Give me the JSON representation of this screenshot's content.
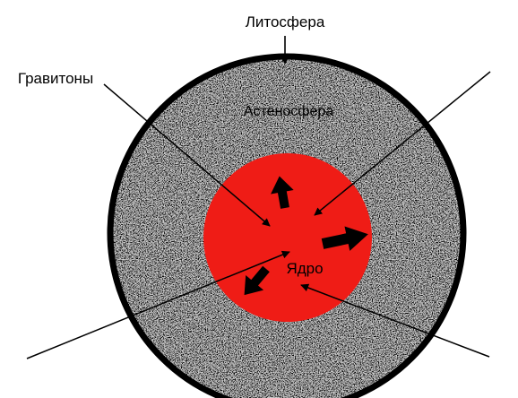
{
  "labels": {
    "lithosphere": "Литосфера",
    "gravitons": "Гравитоны",
    "asthenosphere": "Астеносфера",
    "core": "Ядро"
  },
  "colors": {
    "core_fill": "#ef1c16",
    "shell_outline": "#000000",
    "mantle_texture": "#bfbfbf"
  }
}
